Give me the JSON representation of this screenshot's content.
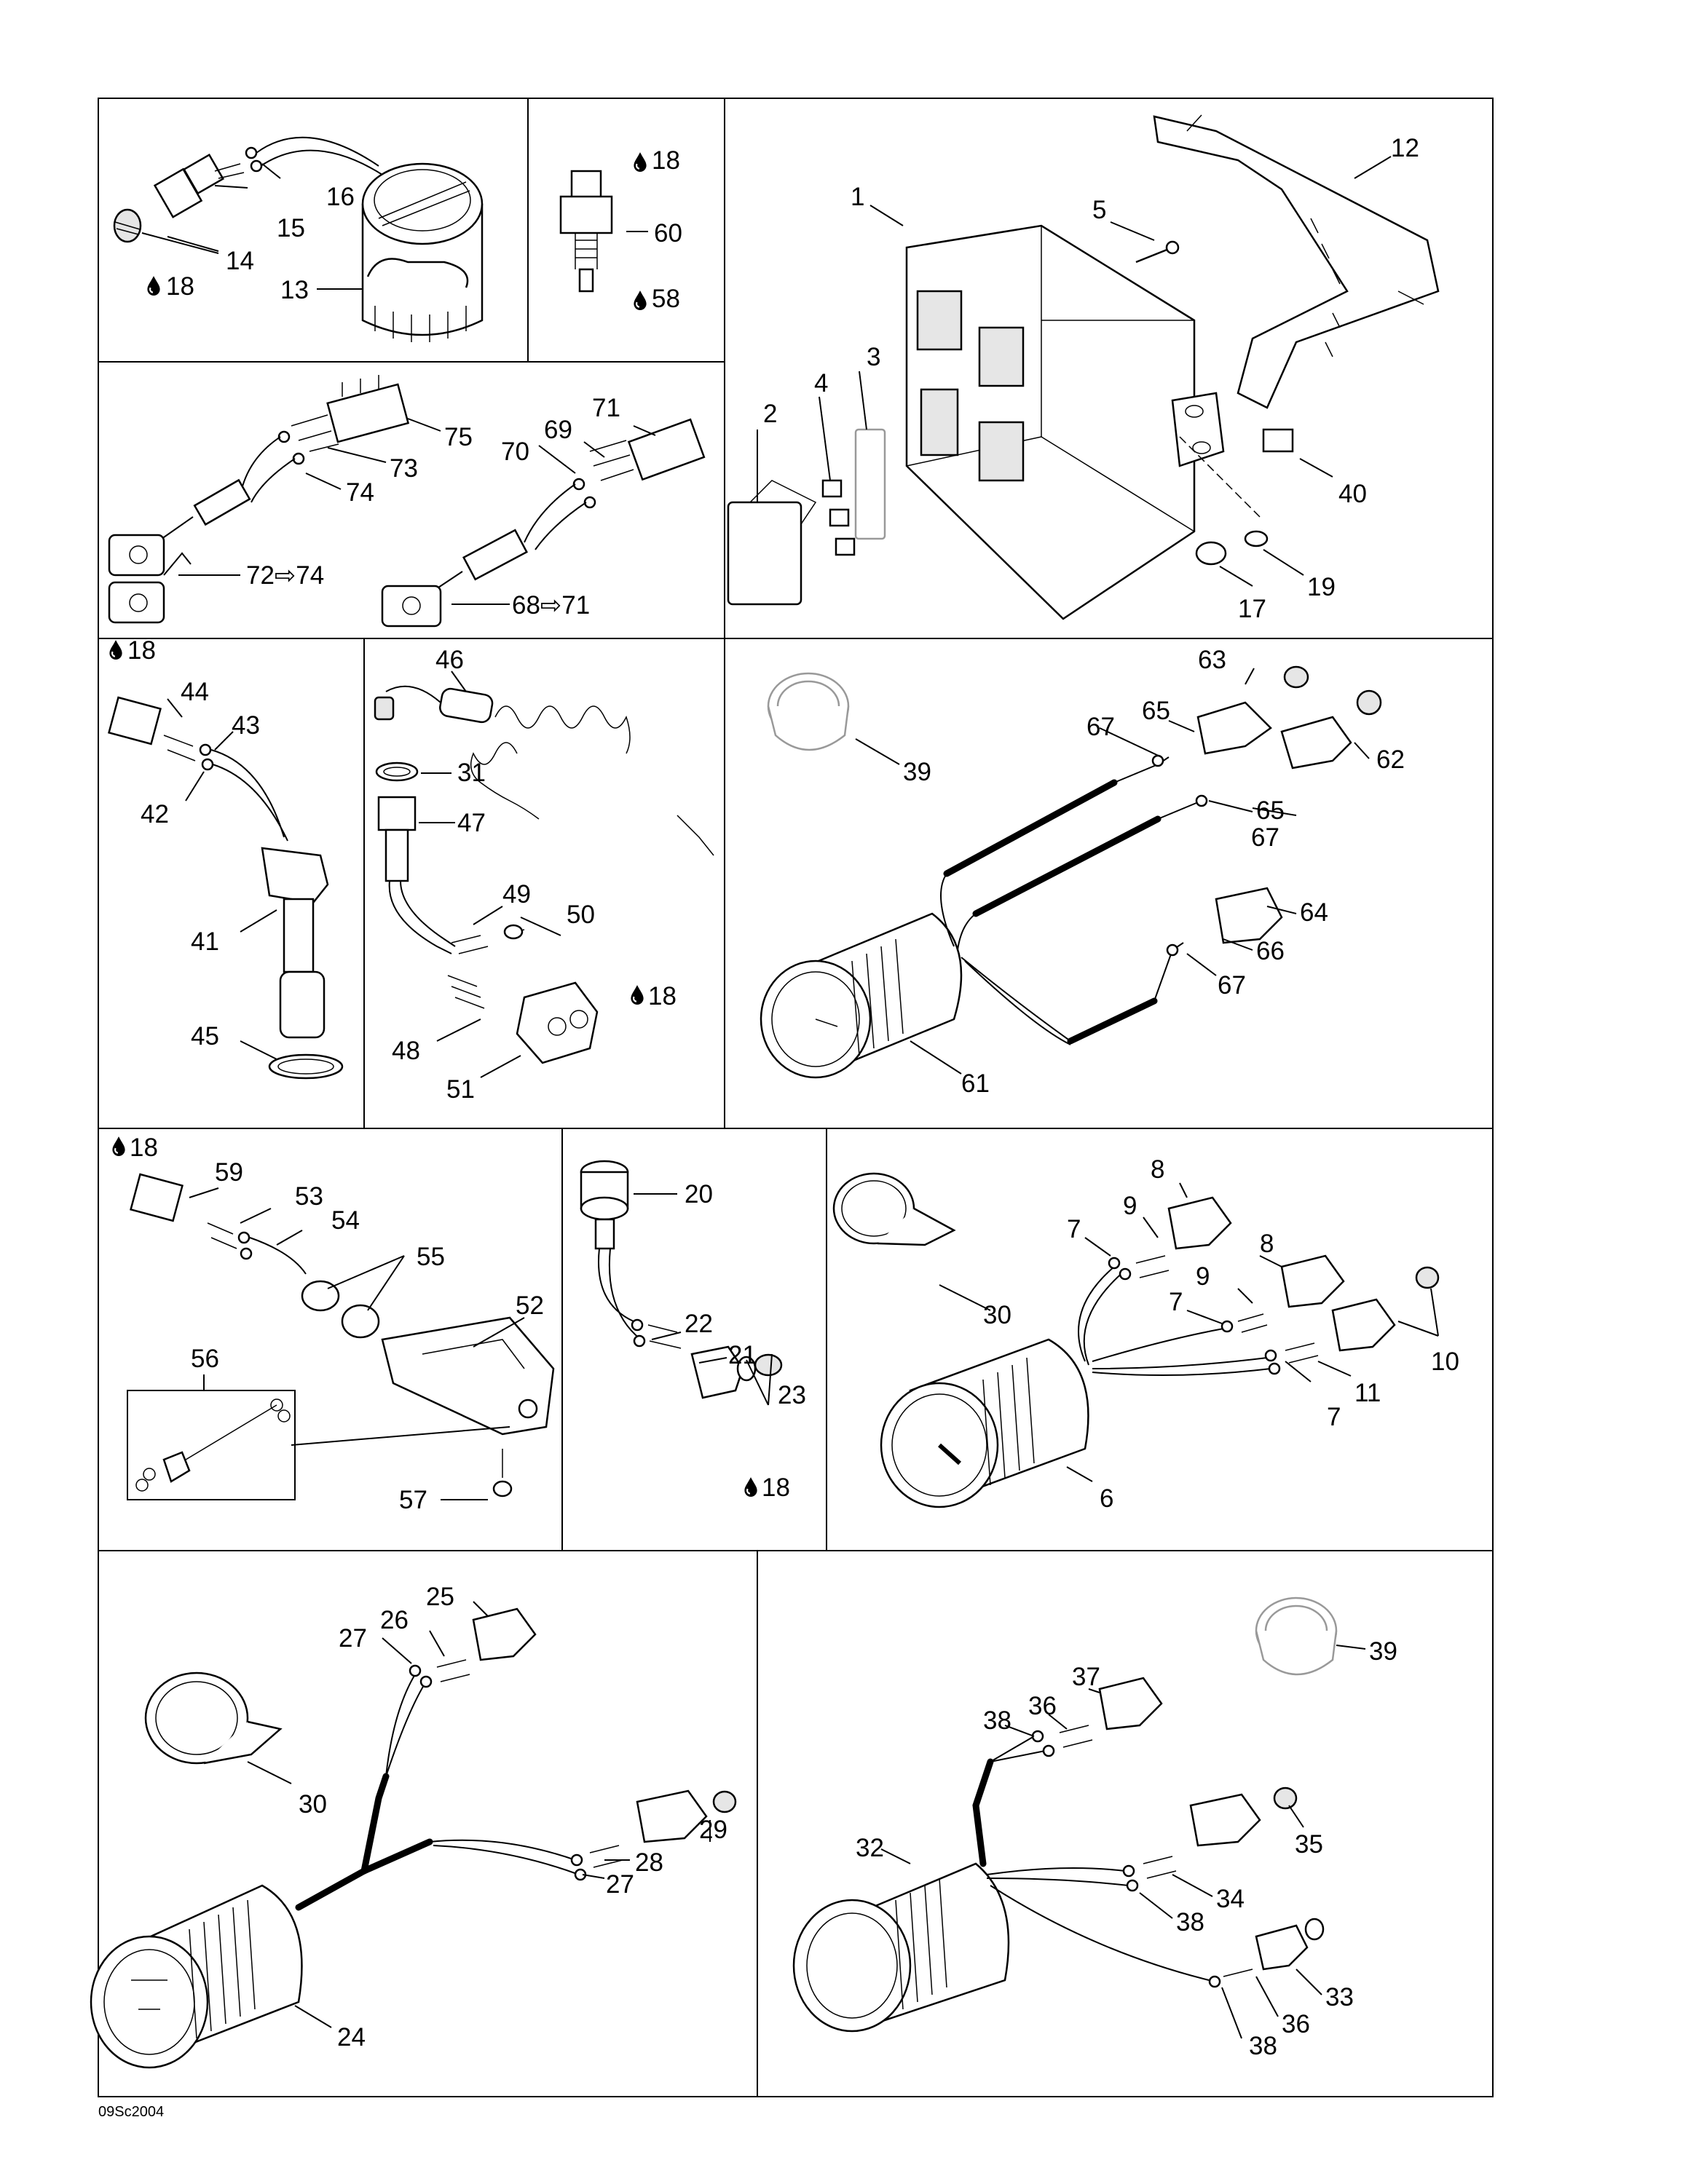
{
  "figure_ref": "09Sc2004",
  "symbols": {
    "lubricant": "oil-drop-icon",
    "arrow": "⇨"
  },
  "callouts": {
    "c1": "1",
    "c2": "2",
    "c3": "3",
    "c4": "4",
    "c5": "5",
    "c6": "6",
    "c7a": "7",
    "c7b": "7",
    "c7c": "7",
    "c8a": "8",
    "c8b": "8",
    "c9a": "9",
    "c9b": "9",
    "c10": "10",
    "c11": "11",
    "c12": "12",
    "c13": "13",
    "c14": "14",
    "c15": "15",
    "c16": "16",
    "c17": "17",
    "c18a": "18",
    "c18b": "18",
    "c18c": "18",
    "c18d": "18",
    "c18e": "18",
    "c18f": "18",
    "c19": "19",
    "c20": "20",
    "c21": "21",
    "c22": "22",
    "c23": "23",
    "c24": "24",
    "c25": "25",
    "c26": "26",
    "c27a": "27",
    "c27b": "27",
    "c28": "28",
    "c29": "29",
    "c30a": "30",
    "c30b": "30",
    "c31": "31",
    "c32": "32",
    "c33": "33",
    "c34": "34",
    "c35": "35",
    "c36a": "36",
    "c36b": "36",
    "c37": "37",
    "c38a": "38",
    "c38b": "38",
    "c38c": "38",
    "c39a": "39",
    "c39b": "39",
    "c40": "40",
    "c41": "41",
    "c42": "42",
    "c43": "43",
    "c44": "44",
    "c45": "45",
    "c46": "46",
    "c47": "47",
    "c48": "48",
    "c49": "49",
    "c50": "50",
    "c51": "51",
    "c52": "52",
    "c53": "53",
    "c54": "54",
    "c55": "55",
    "c56": "56",
    "c57": "57",
    "c58": "58",
    "c59": "59",
    "c60": "60",
    "c61": "61",
    "c62": "62",
    "c63": "63",
    "c64": "64",
    "c65a": "65",
    "c65b": "65",
    "c66": "66",
    "c67a": "67",
    "c67b": "67",
    "c67c": "67",
    "c68": "68⇨71",
    "c69": "69",
    "c70": "70",
    "c71": "71",
    "c72": "72⇨74",
    "c73": "73",
    "c74": "74",
    "c75": "75"
  }
}
